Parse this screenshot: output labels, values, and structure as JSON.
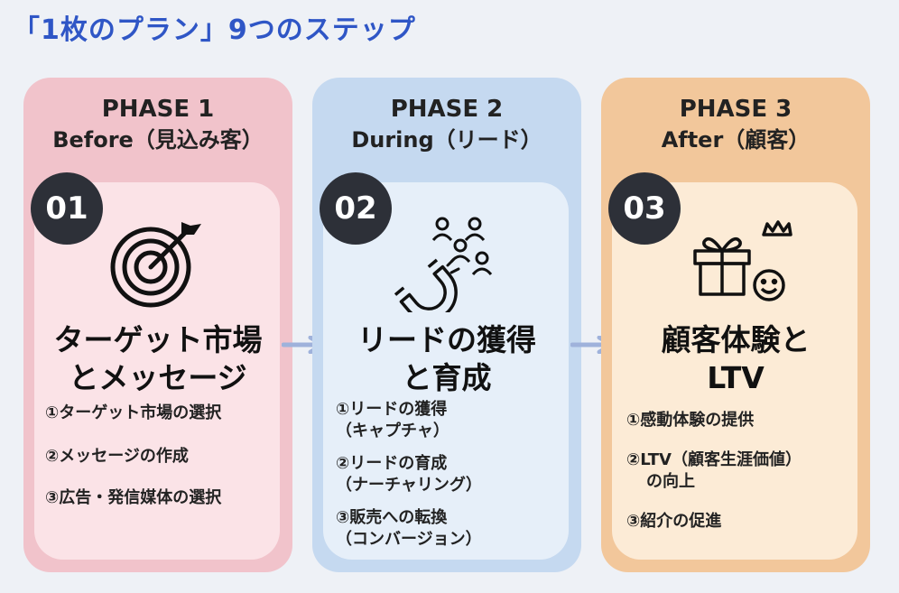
{
  "title": "「1枚のプラン」9つのステップ",
  "phases": [
    {
      "label": "PHASE 1",
      "subtitle": "Before（見込み客）",
      "number": "01",
      "icon": "target-icon",
      "heading_line1": "ターゲット市場",
      "heading_line2": "とメッセージ",
      "items": [
        "①ターゲット市場の選択",
        "②メッセージの作成",
        "③広告・発信媒体の選択"
      ],
      "colors": {
        "outer": "#f1c3cb",
        "inner": "#fbe3e7"
      }
    },
    {
      "label": "PHASE 2",
      "subtitle": "During（リード）",
      "number": "02",
      "icon": "magnet-people-icon",
      "heading_line1": "リードの獲得",
      "heading_line2": "と育成",
      "items": [
        "①リードの獲得",
        "（キャプチャ）",
        "②リードの育成",
        "（ナーチャリング）",
        "③販売への転換",
        "（コンバージョン）"
      ],
      "colors": {
        "outer": "#c5d9f0",
        "inner": "#e6eff9"
      }
    },
    {
      "label": "PHASE 3",
      "subtitle": "After（顧客）",
      "number": "03",
      "icon": "gift-smile-crown-icon",
      "heading_line1": "顧客体験と",
      "heading_line2": "LTV",
      "items": [
        "①感動体験の提供",
        "②LTV（顧客生涯価値）",
        "の向上",
        "③紹介の促進"
      ],
      "colors": {
        "outer": "#f2c79b",
        "inner": "#fcebd6"
      }
    }
  ],
  "arrow_color": "#9fb2db"
}
